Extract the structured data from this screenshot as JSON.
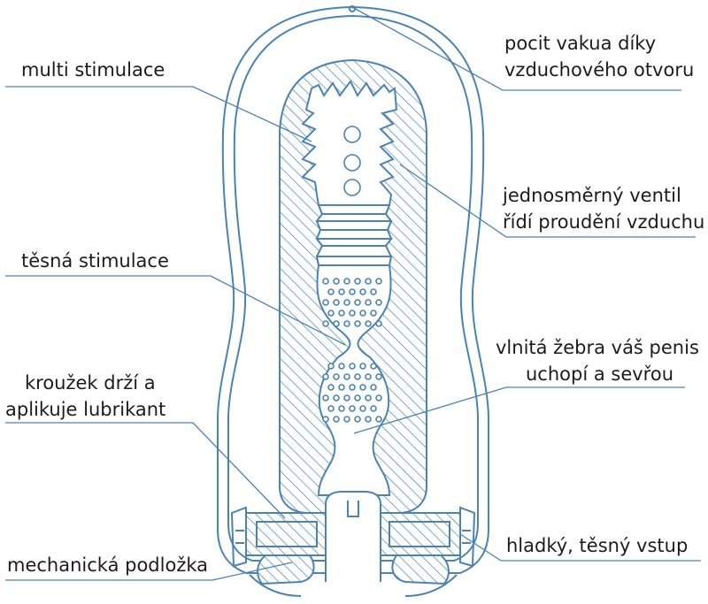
{
  "labels": {
    "vacuum_line1": "pocit vakua díky",
    "vacuum_line2": "vzduchového otvoru",
    "multi": "multi stimulace",
    "valve_line1": "jednosměrný ventil",
    "valve_line2": "řídí proudění vzduchu",
    "tight": "těsná stimulace",
    "ribs_line1": "vlnitá žebra váš penis",
    "ribs_line2": "uchopí a sevřou",
    "ring_line1": "kroužek drží a",
    "ring_line2": "aplikuje lubrikant",
    "smooth": "hladký, těsný vstup",
    "pad": "mechanická podložka"
  },
  "colors": {
    "line": "#4a83b4",
    "text": "#1c1c1c",
    "background": "#ffffff"
  }
}
